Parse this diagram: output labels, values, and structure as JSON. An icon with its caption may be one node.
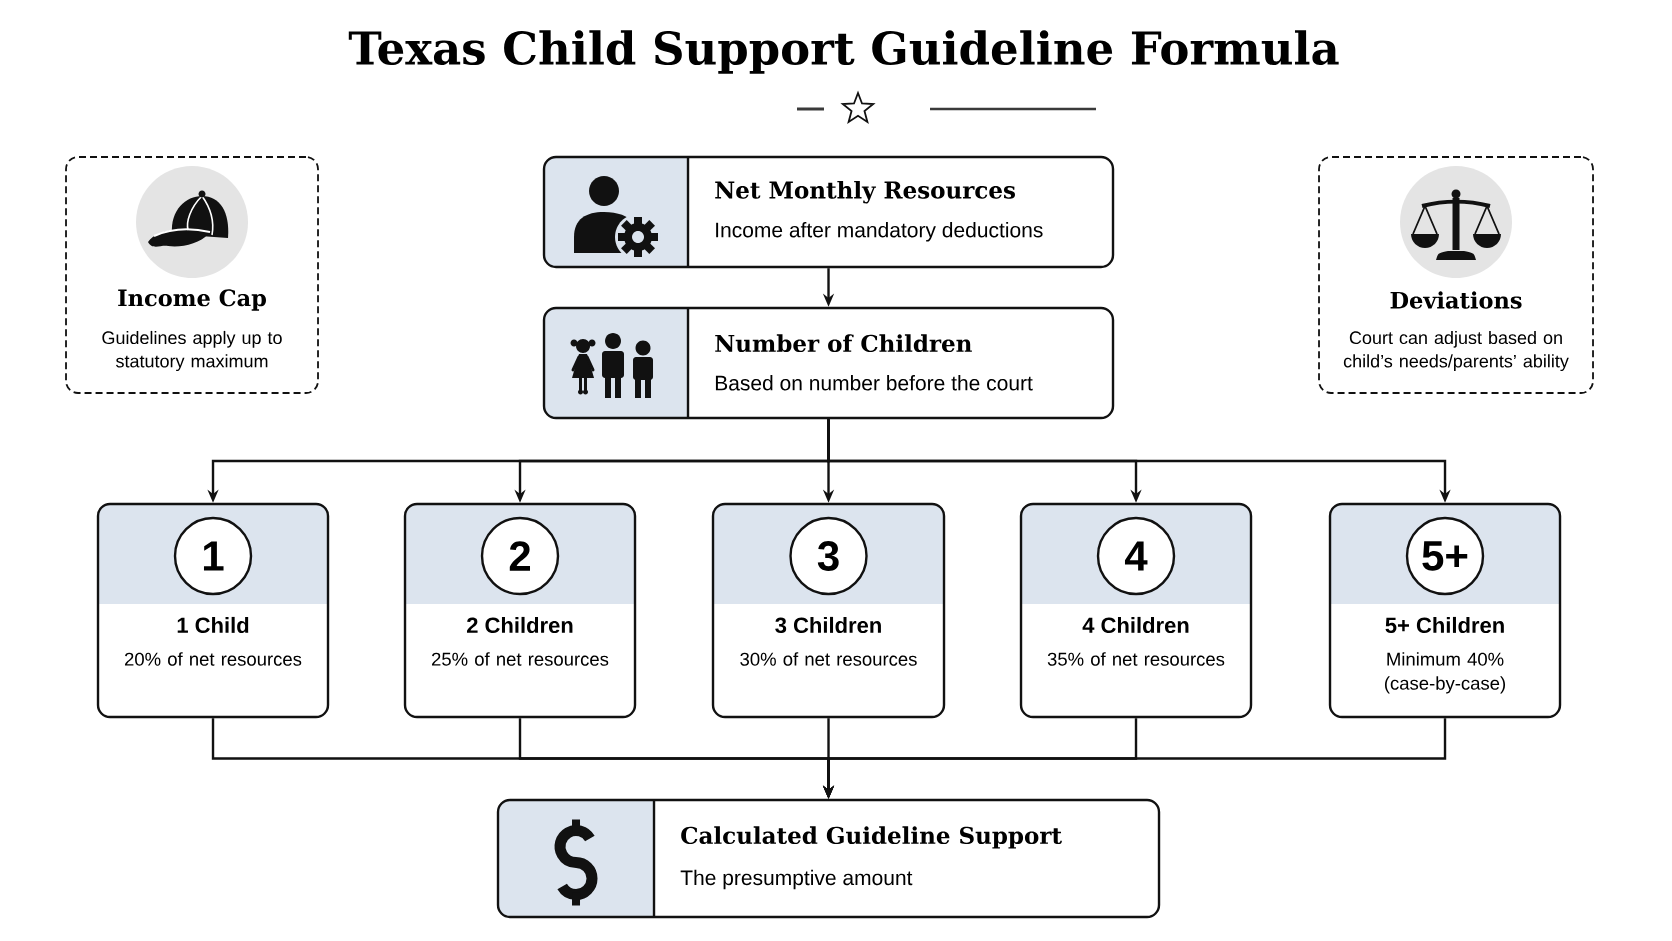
{
  "diagram": {
    "title": "Texas Child Support Guideline Formula",
    "nodes": [
      {
        "text": [
          "Income Cap",
          "Guidelines apply up to statutory maximum"
        ]
      },
      {
        "text": [
          "Net Monthly Resources",
          "Income after mandatory deductions"
        ]
      },
      {
        "text": [
          "Deviations",
          "Court can adjust based on child’s needs/parents’ ability"
        ]
      },
      {
        "text": [
          "Number of Children",
          "Based on number before the court"
        ]
      },
      {
        "text": [
          "1 Child",
          "20% of net resources"
        ]
      },
      {
        "text": [
          "1"
        ],
        "in": 4
      },
      {
        "text": [
          "2 Children",
          "25% of net resources"
        ]
      },
      {
        "text": [
          "2"
        ],
        "in": 6
      },
      {
        "text": [
          "3 Children",
          "30% of net resources"
        ]
      },
      {
        "text": [
          "3"
        ],
        "in": 8
      },
      {
        "text": [
          "4 Children",
          "35% of net resources"
        ]
      },
      {
        "text": [
          "4"
        ],
        "in": 10
      },
      {
        "text": [
          "5+ Children",
          "Minimum 40% (case-by-case)"
        ]
      },
      {
        "text": [
          "5+"
        ],
        "in": 12
      },
      {
        "text": [
          "Calculated Guideline Support",
          "The presumptive amount"
        ]
      }
    ],
    "edges": [
      {
        "from": 1,
        "to": 3,
        "arrow": "to"
      },
      {
        "from": 3,
        "to": 4,
        "arrow": "to"
      },
      {
        "from": 3,
        "to": 6,
        "arrow": "to"
      },
      {
        "from": 3,
        "to": 8,
        "arrow": "to"
      },
      {
        "from": 3,
        "to": 10,
        "arrow": "to"
      },
      {
        "from": 3,
        "to": 12,
        "arrow": "to"
      },
      {
        "from": 4,
        "to": 14,
        "arrow": "to"
      },
      {
        "from": 6,
        "to": 14,
        "arrow": "to"
      },
      {
        "from": 8,
        "to": 14,
        "arrow": "to"
      },
      {
        "from": 10,
        "to": 14,
        "arrow": "to"
      },
      {
        "from": 12,
        "to": 14,
        "arrow": "to"
      }
    ]
  }
}
